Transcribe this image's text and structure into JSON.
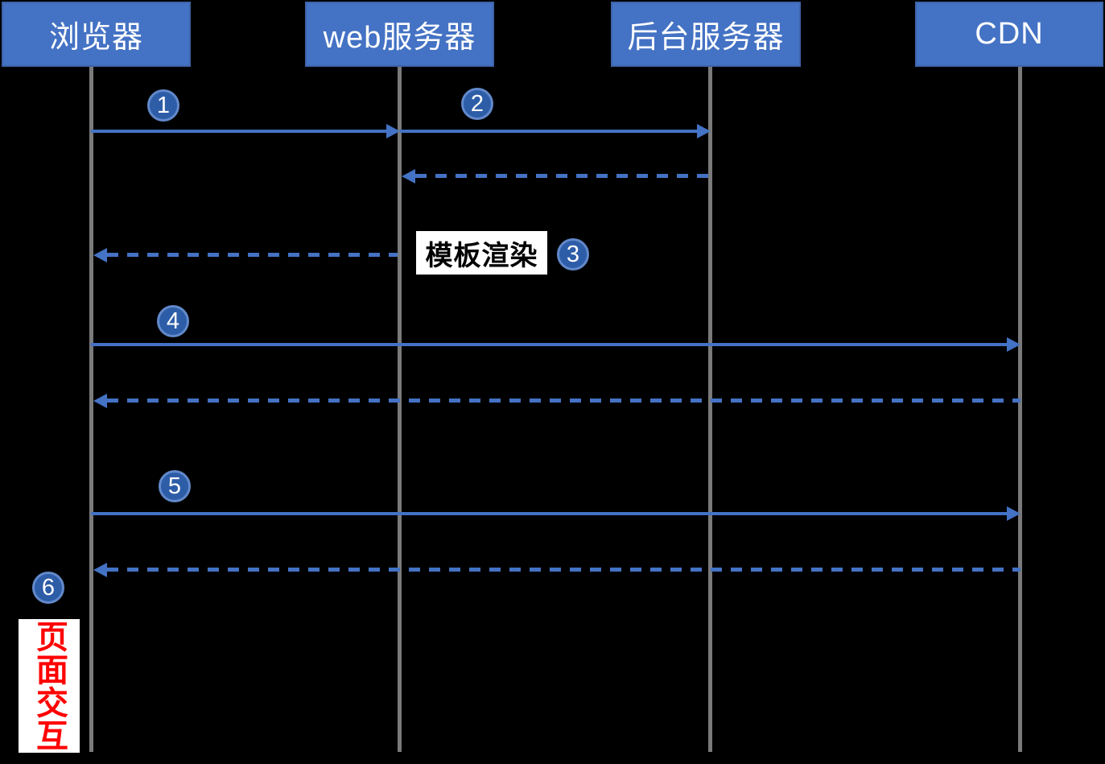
{
  "diagram": {
    "type": "sequence-diagram",
    "background_color": "#000000",
    "accent_color": "#4472C4",
    "lifeline_color": "#7A7A7A",
    "badge_fill_color": "#2E5DA8",
    "badge_ring_color": "#6289CA",
    "note_text_color": "#000000",
    "interaction_text_color": "#FF0000",
    "actors": [
      {
        "label": "浏览器"
      },
      {
        "label": "web服务器"
      },
      {
        "label": "后台服务器"
      },
      {
        "label": "CDN"
      }
    ],
    "steps": [
      "1",
      "2",
      "3",
      "4",
      "5",
      "6"
    ],
    "labels": {
      "template_render": "模板渲染",
      "page_interaction": "页面交互"
    },
    "messages": [
      {
        "step": "1",
        "from": "浏览器",
        "to": "web服务器",
        "line": "solid"
      },
      {
        "step": "2",
        "from": "web服务器",
        "to": "后台服务器",
        "line": "solid"
      },
      {
        "step": "",
        "from": "后台服务器",
        "to": "web服务器",
        "line": "dashed"
      },
      {
        "step": "3",
        "from": "web服务器",
        "to": "浏览器",
        "line": "dashed",
        "label": "模板渲染"
      },
      {
        "step": "4",
        "from": "浏览器",
        "to": "CDN",
        "line": "solid"
      },
      {
        "step": "",
        "from": "CDN",
        "to": "浏览器",
        "line": "dashed"
      },
      {
        "step": "5",
        "from": "浏览器",
        "to": "CDN",
        "line": "solid"
      },
      {
        "step": "",
        "from": "CDN",
        "to": "浏览器",
        "line": "dashed"
      },
      {
        "step": "6",
        "from": "浏览器",
        "to": "浏览器",
        "line": "none",
        "label": "页面交互"
      }
    ]
  }
}
